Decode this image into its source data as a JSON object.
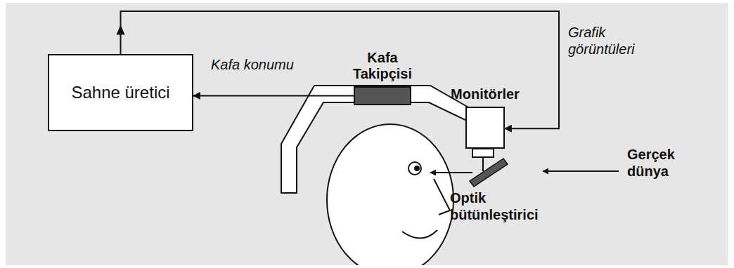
{
  "diagram": {
    "nodes": [
      {
        "text": [
          "Sahne üretici"
        ]
      },
      {
        "text": [
          "Kafa Takipçisi"
        ]
      },
      {
        "text": [
          "Monitörler"
        ]
      }
    ],
    "edges": [
      {
        "from": 1,
        "to": 0,
        "label": "Kafa konumu",
        "arrow": "to"
      },
      {
        "from": 0,
        "to": 2,
        "label": "Grafik görüntüleri",
        "arrow": "to"
      }
    ],
    "labels": [
      "Gerçek dünya",
      "Optik bütünleştirici"
    ]
  }
}
